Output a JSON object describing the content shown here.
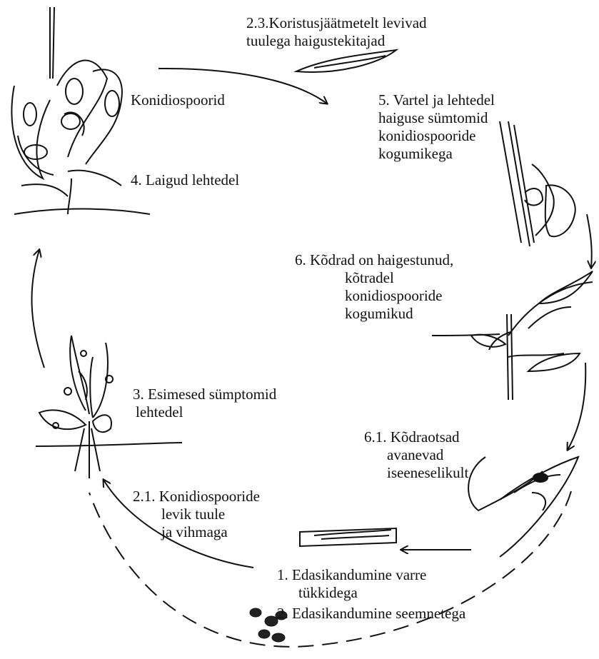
{
  "labels": {
    "konidiospoorid": "Konidiospoorid",
    "step_2_3": [
      "2.3.Koristusjäätmetelt levivad",
      "tuulega haigustekitajad"
    ],
    "step_5": [
      "5. Vartel ja lehtedel",
      "haiguse sümtomid",
      "konidiospooride",
      "kogumikega"
    ],
    "step_4": "4. Laigud lehtedel",
    "step_6": [
      "6. Kõdrad on haigestunud,",
      "kõtradel",
      "konidiospooride",
      "kogumikud"
    ],
    "step_3": [
      "3. Esimesed sümptomid",
      "lehtedel"
    ],
    "step_6_1": [
      "6.1. Kõdraotsad",
      "avanevad",
      "iseeneselikult"
    ],
    "step_2_1": [
      "2.1. Konidiospooride",
      "levik tuule",
      "ja vihmaga"
    ],
    "step_1": [
      "1.  Edasikandumine varre",
      "tükkidega"
    ],
    "step_2": "2.  Edasikandumine seemnetega"
  }
}
